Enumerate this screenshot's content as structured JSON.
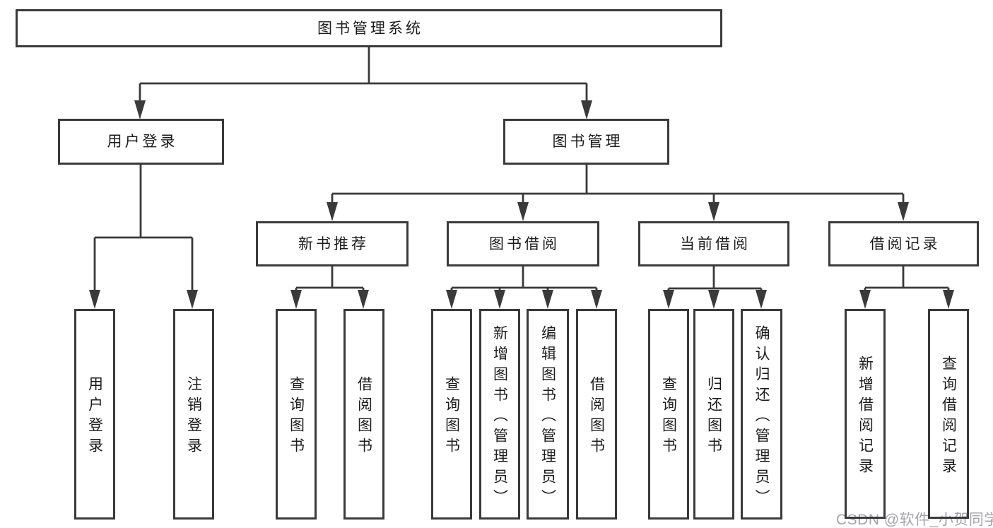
{
  "diagram": {
    "title": "图书管理系统",
    "nodes": {
      "root": "图书管理系统",
      "userLogin": "用户登录",
      "bookMgmt": "图书管理",
      "newBookRec": "新书推荐",
      "bookBorrow": "图书借阅",
      "currentBorrow": "当前借阅",
      "borrowRecord": "借阅记录",
      "loginLeaf": "用户登录",
      "logoutLeaf": "注销登录",
      "recQuery": "查询图书",
      "recBorrow": "借阅图书",
      "bbQuery": "查询图书",
      "bbAdd": "新增图书（管理员）",
      "bbEdit": "编辑图书（管理员）",
      "bbBorrow": "借阅图书",
      "cbQuery": "查询图书",
      "cbReturn": "归还图书",
      "cbConfirm": "确认归还（管理员）",
      "brAdd": "新增借阅记录",
      "brQuery": "查询借阅记录"
    },
    "colors": {
      "line": "#3a3a3a",
      "text": "#1c1c1c",
      "watermark": "#a4a4ab",
      "background": "#ffffff"
    }
  },
  "watermark": "CSDN @软件_小贺同学"
}
